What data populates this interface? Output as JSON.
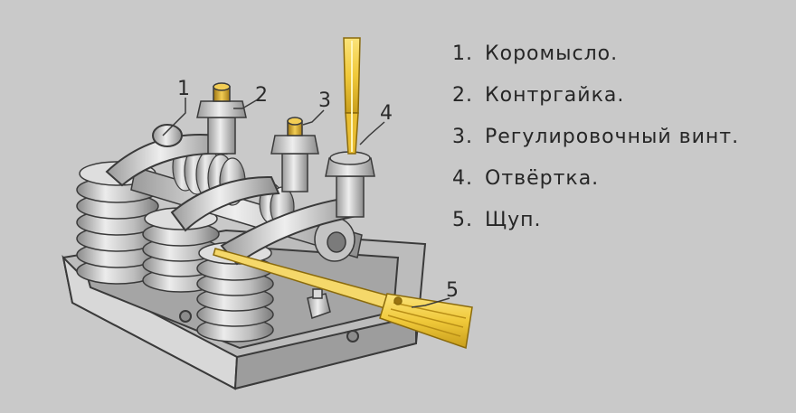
{
  "callouts": [
    "1",
    "2",
    "3",
    "4",
    "5"
  ],
  "legend": [
    {
      "num": "1.",
      "text": "Коромысло."
    },
    {
      "num": "2.",
      "text": "Контргайка."
    },
    {
      "num": "3.",
      "text": "Регулировочный винт."
    },
    {
      "num": "4.",
      "text": "Отвёртка."
    },
    {
      "num": "5.",
      "text": "Щуп."
    }
  ],
  "colors": {
    "background": "#c9c9c9",
    "metal_light": "#e4e4e4",
    "metal_mid": "#a9a9a9",
    "metal_dark": "#6e6e6e",
    "outline": "#3a3a3a",
    "brass": "#d2a520",
    "tool_yellow": "#f2cf45"
  }
}
